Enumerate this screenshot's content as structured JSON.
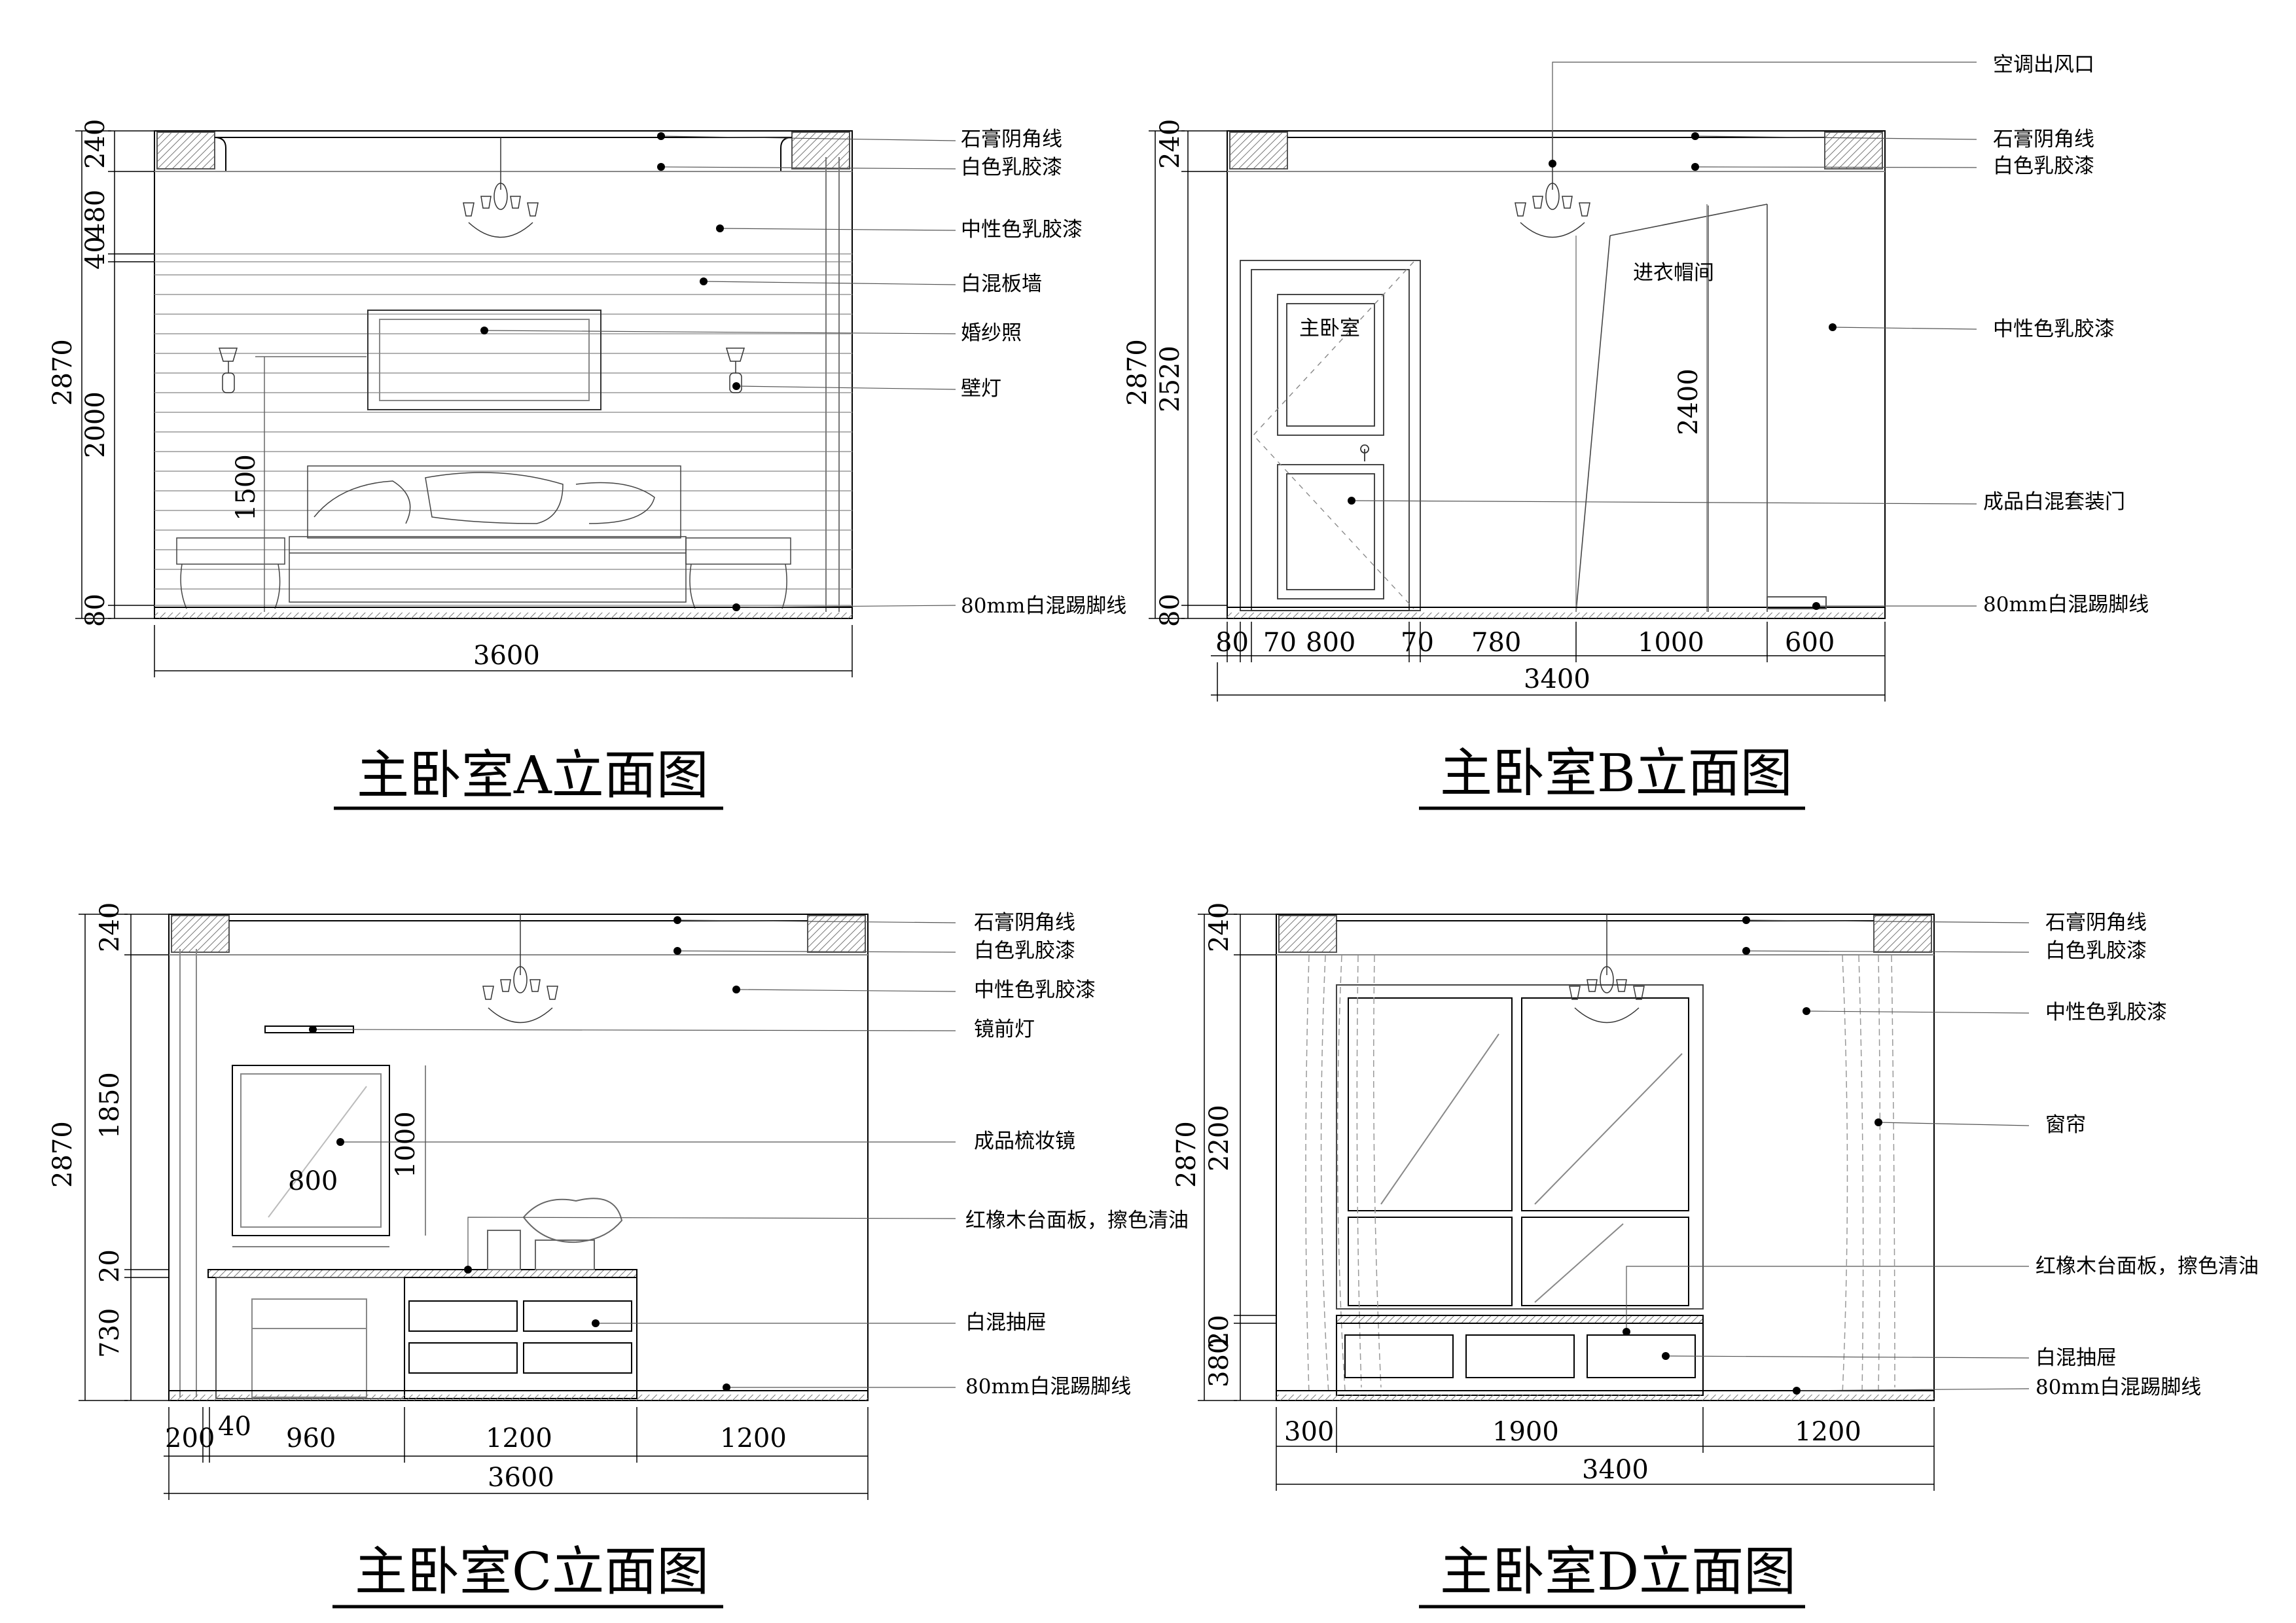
{
  "elevations": [
    {
      "title": "主卧室A立面图",
      "width_dim": "3600",
      "left_dims": [
        "240",
        "480",
        "40",
        "2000",
        "80"
      ],
      "total_height": "2870",
      "inner_dims": [
        "1500"
      ],
      "callouts": [
        "石膏阴角线",
        "白色乳胶漆",
        "中性色乳胶漆",
        "白混板墙",
        "婚纱照",
        "壁灯",
        "80mm白混踢脚线"
      ],
      "segment_dims": []
    },
    {
      "title": "主卧室B立面图",
      "width_dim": "3400",
      "left_dims": [
        "240",
        "2520",
        "80"
      ],
      "total_height": "2870",
      "inner_dims": [
        "2400"
      ],
      "room_labels": [
        "主卧室",
        "进衣帽间"
      ],
      "callouts": [
        "空调出风口",
        "石膏阴角线",
        "白色乳胶漆",
        "中性色乳胶漆",
        "成品白混套装门",
        "80mm白混踢脚线"
      ],
      "segment_dims": [
        "80",
        "70",
        "800",
        "70",
        "780",
        "1000",
        "600"
      ]
    },
    {
      "title": "主卧室C立面图",
      "width_dim": "3600",
      "left_dims": [
        "240",
        "1850",
        "20",
        "730"
      ],
      "total_height": "2870",
      "inner_dims": [
        "1000",
        "800"
      ],
      "callouts": [
        "石膏阴角线",
        "白色乳胶漆",
        "中性色乳胶漆",
        "镜前灯",
        "成品梳妆镜",
        "红橡木台面板，擦色清油",
        "白混抽屉",
        "80mm白混踢脚线"
      ],
      "segment_dims": [
        "200",
        "40",
        "960",
        "1200",
        "1200"
      ]
    },
    {
      "title": "主卧室D立面图",
      "width_dim": "3400",
      "left_dims": [
        "240",
        "2200",
        "380",
        "20"
      ],
      "total_height": "2870",
      "inner_dims": [],
      "callouts": [
        "石膏阴角线",
        "白色乳胶漆",
        "中性色乳胶漆",
        "窗帘",
        "红橡木台面板，擦色清油",
        "白混抽屉",
        "80mm白混踢脚线"
      ],
      "segment_dims": [
        "300",
        "1900",
        "1200"
      ]
    }
  ]
}
